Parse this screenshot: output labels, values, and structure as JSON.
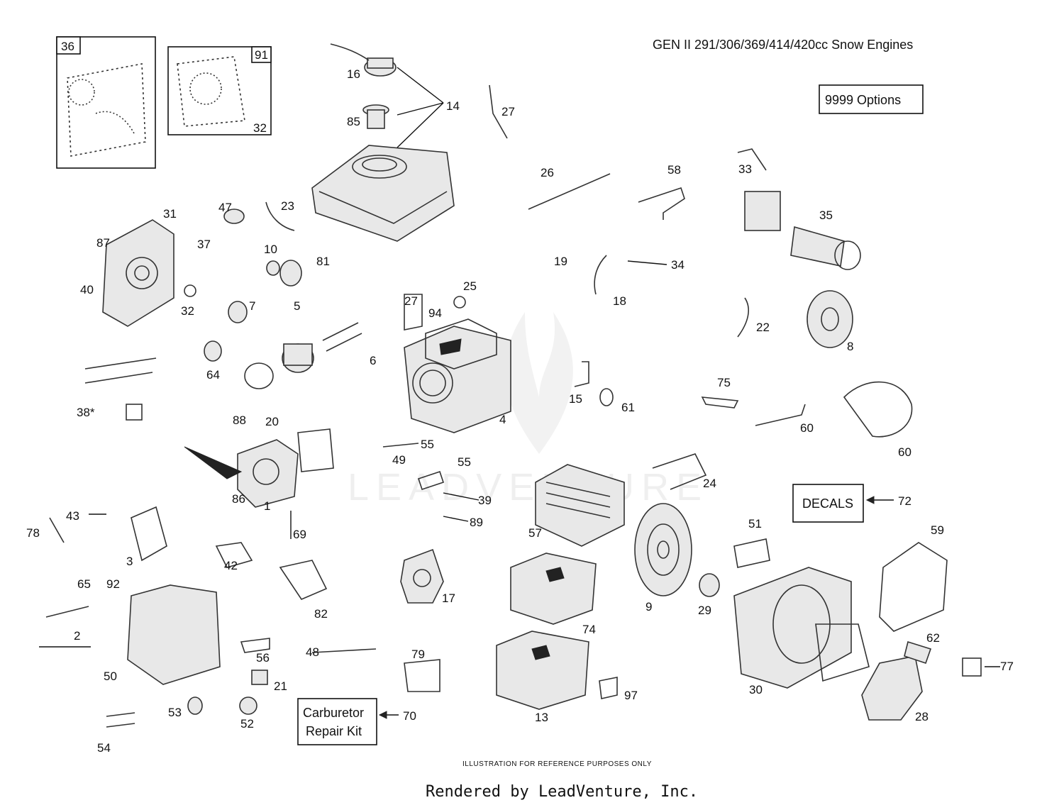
{
  "title": "GEN II 291/306/369/414/420cc Snow Engines",
  "options_label": "9999 Options",
  "decals_label": "DECALS",
  "carb_kit_label_line1": "Carburetor",
  "carb_kit_label_line2": "Repair Kit",
  "watermark": "LEADVENTURE",
  "reference_note": "ILLUSTRATION FOR REFERENCE PURPOSES ONLY",
  "rendered_by": "Rendered by LeadVenture, Inc.",
  "callouts": {
    "c36": "36",
    "c91": "91",
    "c32a": "32",
    "c16": "16",
    "c14": "14",
    "c85": "85",
    "c27a": "27",
    "c26": "26",
    "c58": "58",
    "c33": "33",
    "c35": "35",
    "c47": "47",
    "c23": "23",
    "c31": "31",
    "c87": "87",
    "c37": "37",
    "c10": "10",
    "c81": "81",
    "c19": "19",
    "c34": "34",
    "c18": "18",
    "c40": "40",
    "c32b": "32",
    "c7": "7",
    "c5": "5",
    "c27b": "27",
    "c94": "94",
    "c25": "25",
    "c22": "22",
    "c8": "8",
    "c6": "6",
    "c64": "64",
    "c15": "15",
    "c61": "61",
    "c75": "75",
    "c38": "38*",
    "c88": "88",
    "c20": "20",
    "c4": "4",
    "c60a": "60",
    "c60b": "60",
    "c49": "49",
    "c55a": "55",
    "c55b": "55",
    "c24": "24",
    "c86": "86",
    "c1": "1",
    "c39": "39",
    "c72": "72",
    "c43": "43",
    "c78": "78",
    "c69": "69",
    "c89": "89",
    "c57": "57",
    "c51": "51",
    "c59": "59",
    "c3": "3",
    "c42": "42",
    "c65": "65",
    "c92": "92",
    "c17": "17",
    "c9": "9",
    "c29": "29",
    "c82": "82",
    "c74": "74",
    "c2": "2",
    "c62": "62",
    "c56": "56",
    "c48": "48",
    "c79": "79",
    "c77": "77",
    "c50": "50",
    "c21": "21",
    "c97": "97",
    "c30": "30",
    "c53": "53",
    "c52": "52",
    "c70": "70",
    "c13": "13",
    "c28": "28",
    "c54": "54"
  }
}
